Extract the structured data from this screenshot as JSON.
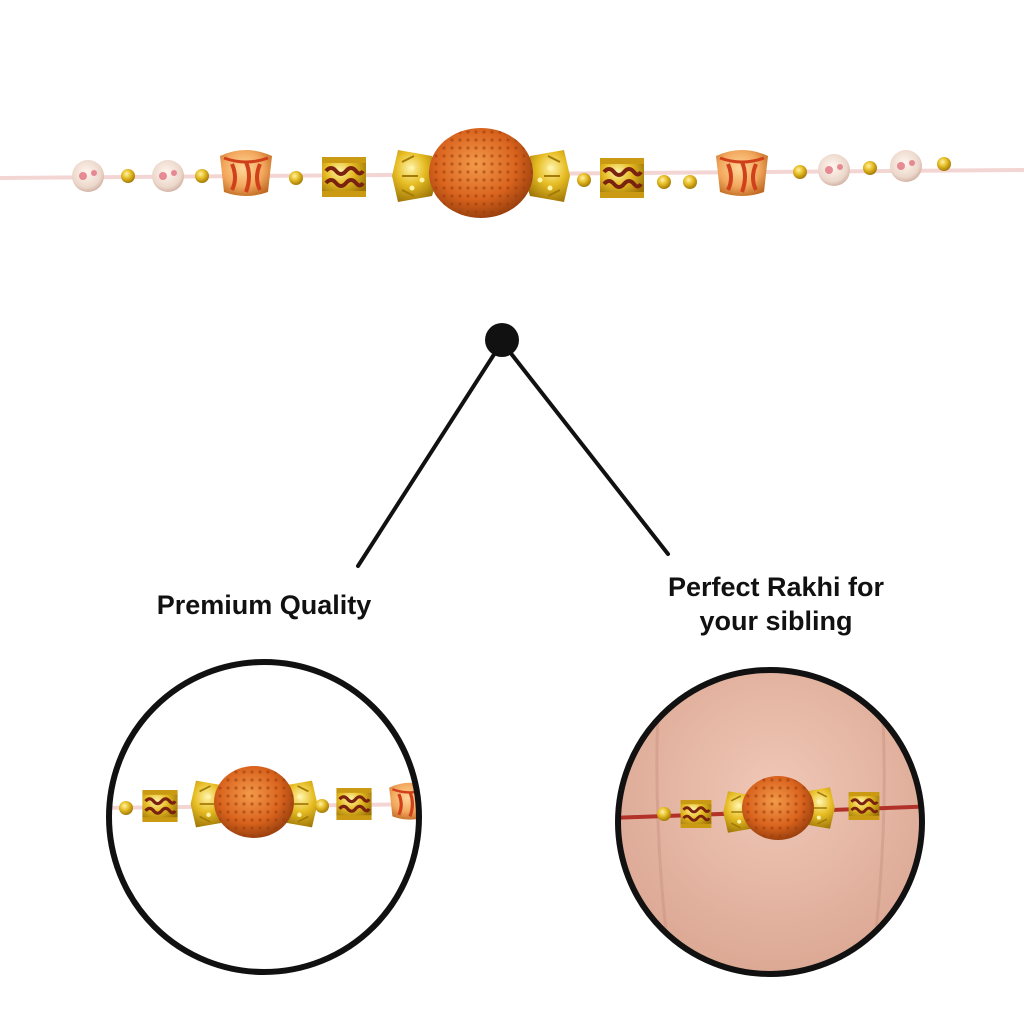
{
  "left_callout": {
    "title": "Premium Quality"
  },
  "right_callout": {
    "title_line1": "Perfect Rakhi for",
    "title_line2": "your sibling"
  },
  "colors": {
    "thread": "#f3d6d3",
    "rudraksha": "#d9631d",
    "gold": "#e2b81f",
    "gold_dark": "#a47a08",
    "garnet": "#7a2210",
    "clay_bead": "#f0a55e",
    "pearl_bead": "#ecd7cb",
    "pink_accent": "#e06a7a",
    "skin": "#e7b8a6",
    "connector": "#111111"
  },
  "icons": {
    "anchor": "dot-icon"
  }
}
